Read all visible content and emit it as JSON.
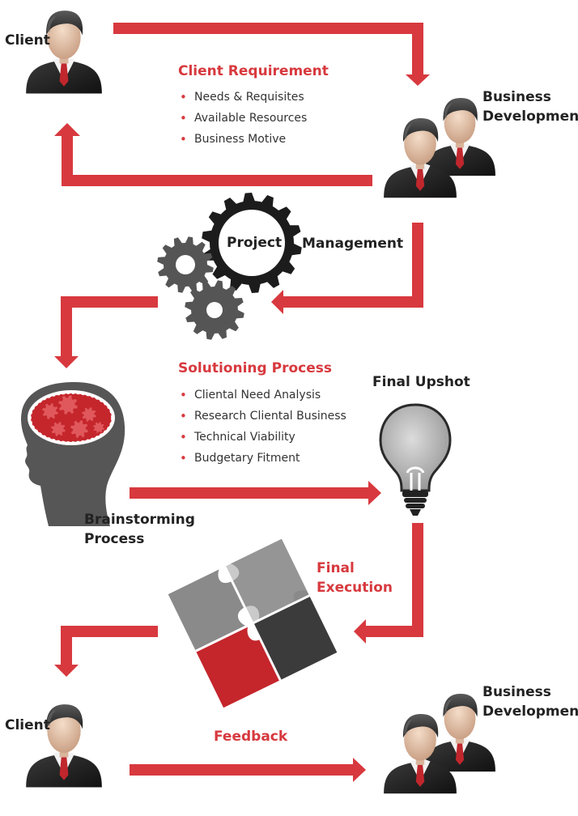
{
  "colors": {
    "arrow": "#d7393e",
    "accent_text": "#d7393e",
    "text": "#222222",
    "gear": "#555555",
    "gear_ring": "#1c1c1c"
  },
  "labels": {
    "client_top": "Client",
    "bizdev_top": [
      "Business",
      "Development"
    ],
    "project": "Project",
    "management": "Management",
    "final_upshot": "Final Upshot",
    "brainstorming": [
      "Brainstorming",
      "Process"
    ],
    "final_execution": [
      "Final",
      "Execution"
    ],
    "client_bottom": "Client",
    "bizdev_bottom": [
      "Business",
      "Development"
    ],
    "feedback": "Feedback"
  },
  "client_requirement": {
    "title": "Client Requirement",
    "items": [
      "Needs & Requisites",
      "Available Resources",
      "Business Motive"
    ]
  },
  "solutioning": {
    "title": "Solutioning Process",
    "items": [
      "Cliental Need Analysis",
      "Research Cliental Business",
      "Technical Viability",
      "Budgetary Fitment"
    ]
  },
  "icons": [
    "businessman-icon",
    "business-team-icon",
    "gears-icon",
    "brain-head-icon",
    "lightbulb-icon",
    "puzzle-icon"
  ]
}
